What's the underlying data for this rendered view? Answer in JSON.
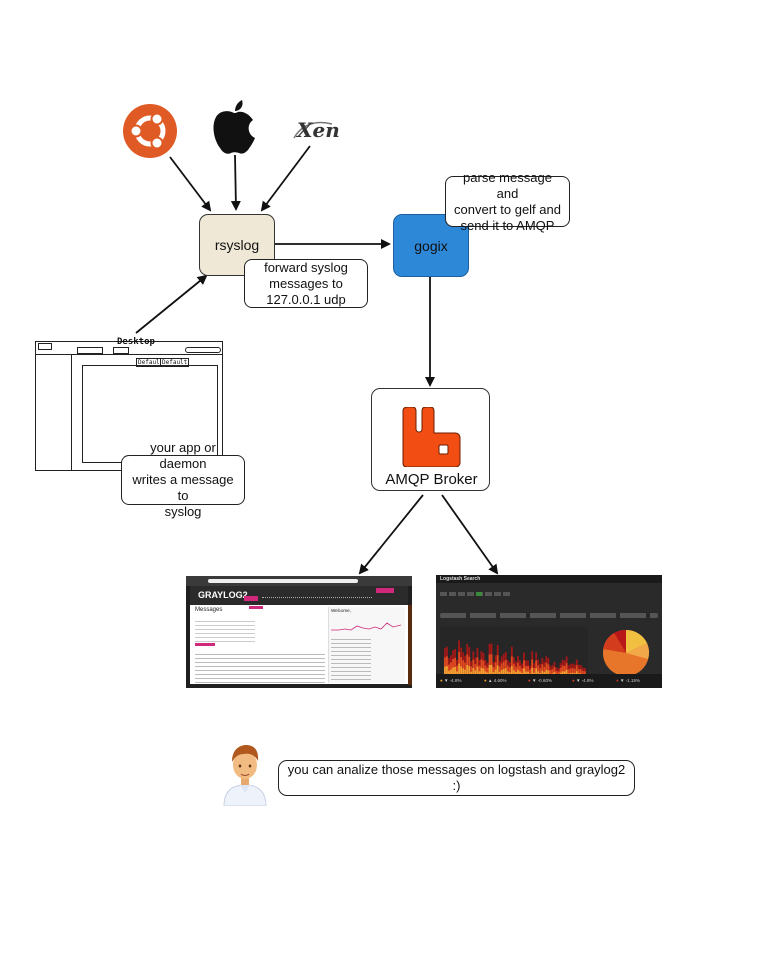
{
  "nodes": {
    "rsyslog": "rsyslog",
    "gogix": "gogix",
    "amqp": "AMQP Broker"
  },
  "notes": {
    "forward": [
      "forward syslog",
      "messages to",
      "127.0.0.1 udp"
    ],
    "parse": [
      "parse message and",
      "convert to gelf and",
      "send it to AMQP"
    ],
    "app": [
      "your app or daemon",
      "writes a message to",
      "syslog"
    ],
    "analyze": "you can analize those messages on logstash and graylog2 :)"
  },
  "logos": {
    "xen": "Xen"
  },
  "desktop_sketch": {
    "title": "Desktop",
    "tabs": [
      "Default",
      "Default"
    ]
  },
  "graylog_screenshot": {
    "logo": "GRAYLOG2",
    "heading": "Messages",
    "panel_heading": "Welcome, "
  },
  "logstash_screenshot": {
    "title": "Logstash Search",
    "stats": [
      "▼ -4.8%",
      "▲ 4.60%",
      "▼ -0.60%",
      "▼ -4.8%",
      "▼ -1.15%"
    ],
    "stat_colors": [
      "#f0a030",
      "#f0a030",
      "#e04030",
      "#e04030",
      "#c03020"
    ]
  },
  "colors": {
    "rsyslog_fill": "#efe8d6",
    "gogix_fill": "#2e88d8",
    "ubuntu": "#e05a25",
    "rabbitmq": "#f24e14",
    "graylog_pink": "#d0287a"
  }
}
